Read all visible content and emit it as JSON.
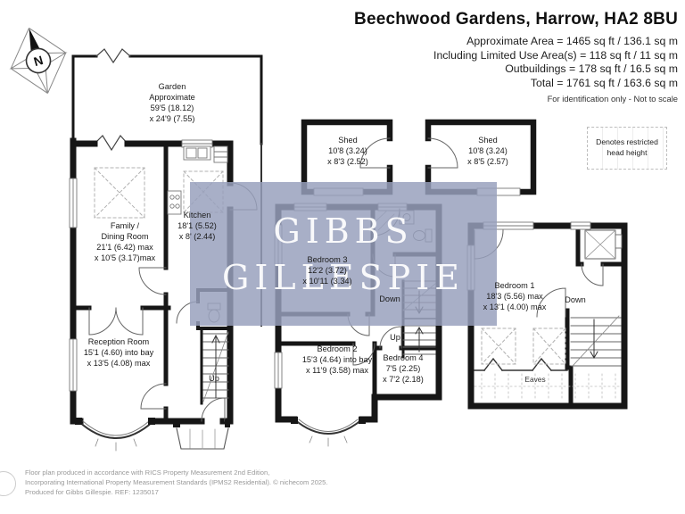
{
  "header": {
    "title": "Beechwood Gardens, Harrow, HA2 8BU",
    "area_lines": [
      "Approximate Area = 1465 sq ft / 136.1 sq m",
      "Including Limited Use Area(s) = 118 sq ft / 11 sq m",
      "Outbuildings = 178 sq ft / 16.5 sq m",
      "Total = 1761 sq ft / 163.6 sq m"
    ],
    "disclaimer": "For identification only - Not to scale"
  },
  "legend": {
    "restricted": "Denotes restricted head height"
  },
  "compass": {
    "label": "N"
  },
  "watermark": {
    "line1": "GIBBS",
    "line2": "GILLESPIE"
  },
  "rooms": {
    "garden": {
      "lines": [
        "Garden",
        "Approximate",
        "59'5 (18.12)",
        "x 24'9 (7.55)"
      ]
    },
    "family_dining": {
      "lines": [
        "Family /",
        "Dining Room",
        "21'1 (6.42) max",
        "x 10'5 (3.17)max"
      ]
    },
    "kitchen": {
      "lines": [
        "Kitchen",
        "18'1 (5.52)",
        "x 8' (2.44)"
      ]
    },
    "reception": {
      "lines": [
        "Reception Room",
        "15'1 (4.60) into bay",
        "x 13'5 (4.08) max"
      ]
    },
    "shed1": {
      "lines": [
        "Shed",
        "10'8 (3.24)",
        "x 8'3 (2.52)"
      ]
    },
    "shed2": {
      "lines": [
        "Shed",
        "10'8 (3.24)",
        "x 8'5 (2.57)"
      ]
    },
    "bedroom1": {
      "lines": [
        "Bedroom 1",
        "18'3 (5.56) max",
        "x 13'1 (4.00) max"
      ]
    },
    "bedroom2": {
      "lines": [
        "Bedroom 2",
        "15'3 (4.64) into bay",
        "x 11'9 (3.58) max"
      ]
    },
    "bedroom3": {
      "lines": [
        "Bedroom 3",
        "12'2 (3.72)",
        "x 10'11 (3.34)"
      ]
    },
    "bedroom4": {
      "lines": [
        "Bedroom 4",
        "7'5 (2.25)",
        "x 7'2 (2.18)"
      ]
    }
  },
  "plan_labels": {
    "up_ground": "Up",
    "down_first": "Down",
    "up_first": "Up",
    "down_second": "Down",
    "eaves": "Eaves"
  },
  "footer": {
    "line1": "Floor plan produced in accordance with RICS Property Measurement 2nd Edition,",
    "line2": "Incorporating International Property Measurement Standards (IPMS2 Residential).  © nichecom 2025.",
    "line3": "Produced for Gibbs Gillespie.   REF:  1235017"
  },
  "colors": {
    "wall": "#161616",
    "watermark_bg": "#97a0bc",
    "watermark_text": "#ffffff"
  }
}
